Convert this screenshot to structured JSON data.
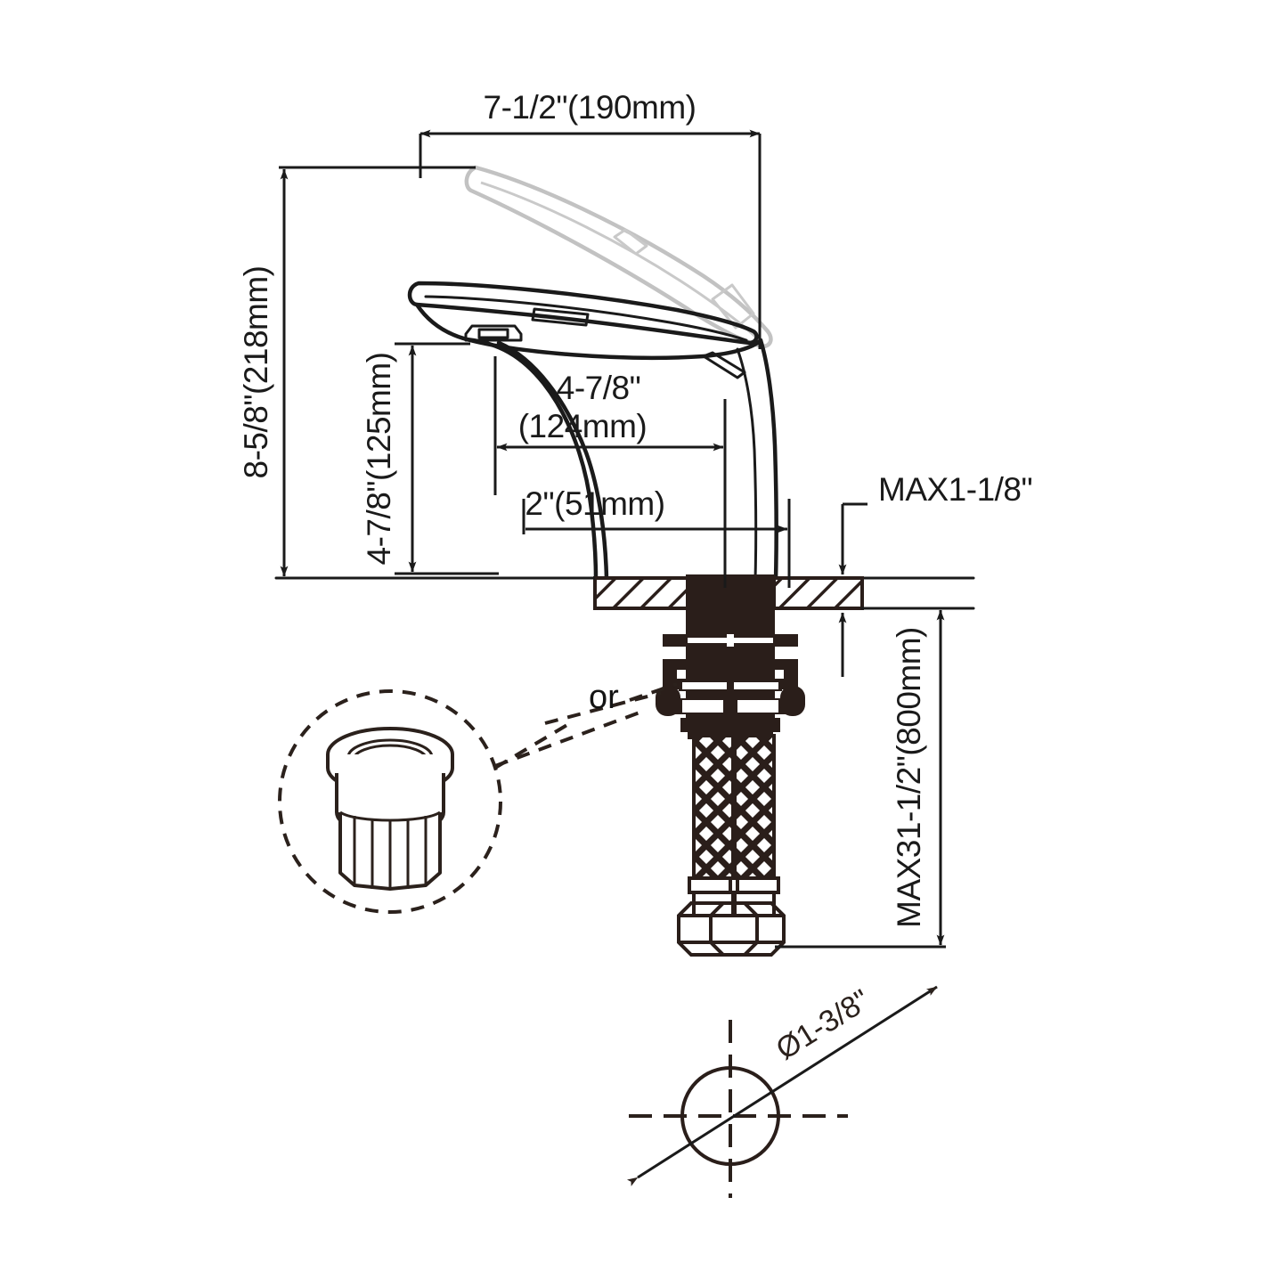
{
  "drawing": {
    "title": "Single hole bathroom faucet installation dimension drawing",
    "line_color": "#1a1a1a",
    "hardware_color": "#2a1e1a",
    "ghost_color": "#c2c2c2",
    "background": "#ffffff"
  },
  "dimensions": {
    "overall_width": "7-1/2\"(190mm)",
    "overall_height": "8-5/8\"(218mm)",
    "spout_height": "4-7/8\"(125mm)",
    "spout_reach_line1": "4-7/8\"",
    "spout_reach_line2": "(124mm)",
    "shank_offset": "2\"(51mm)",
    "max_deck_thickness": "MAX1-1/8\"",
    "max_supply_length": "MAX31-1/2\"(800mm)",
    "hole_diameter": "Ø1-3/8\""
  },
  "callouts": {
    "alternative_label": "or"
  }
}
